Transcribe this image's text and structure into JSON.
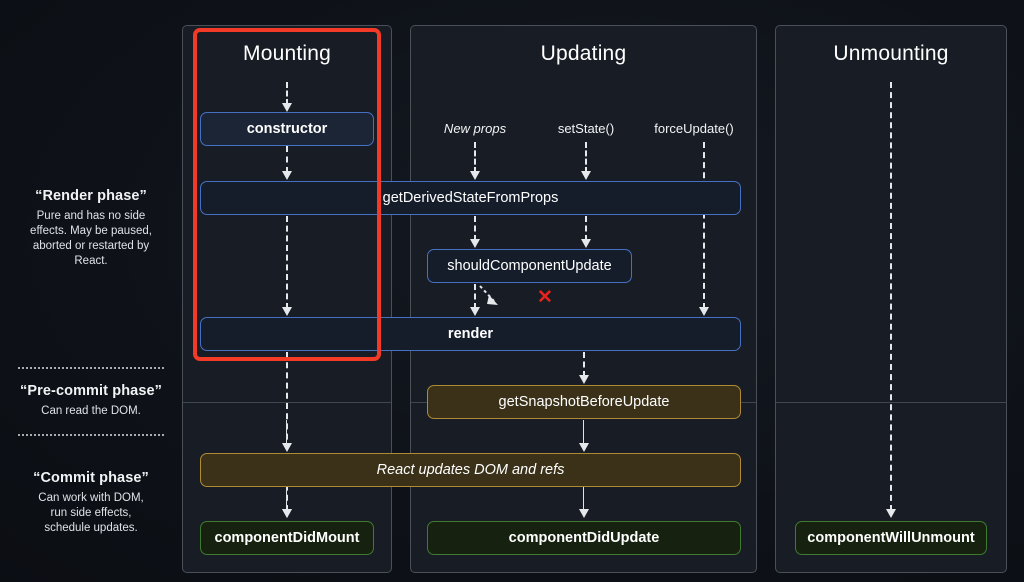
{
  "legend": [
    {
      "id": "render-phase",
      "title": "“Render phase”",
      "body": "Pure and has no side effects. May be paused, aborted or restarted by React."
    },
    {
      "id": "pre-commit-phase",
      "title": "“Pre-commit phase”",
      "body": "Can read the DOM."
    },
    {
      "id": "commit-phase",
      "title": "“Commit phase”",
      "body": "Can work with DOM, run side effects, schedule updates."
    }
  ],
  "panels": [
    {
      "id": "mounting",
      "title": "Mounting"
    },
    {
      "id": "updating",
      "title": "Updating"
    },
    {
      "id": "unmounting",
      "title": "Unmounting"
    }
  ],
  "triggers": [
    {
      "id": "new-props",
      "label": "New props",
      "style": "italic"
    },
    {
      "id": "set-state",
      "label": "setState()",
      "style": "normal"
    },
    {
      "id": "force-update",
      "label": "forceUpdate()",
      "style": "normal"
    }
  ],
  "lifecycle_boxes": [
    {
      "id": "constructor",
      "label": "constructor",
      "color": "blue",
      "weight": "bold"
    },
    {
      "id": "get-derived-state",
      "label": "getDerivedStateFromProps",
      "color": "blue-dark",
      "weight": "normal"
    },
    {
      "id": "should-component-update",
      "label": "shouldComponentUpdate",
      "color": "blue-dark",
      "weight": "normal"
    },
    {
      "id": "render",
      "label": "render",
      "color": "blue-dark",
      "weight": "bold"
    },
    {
      "id": "get-snapshot",
      "label": "getSnapshotBeforeUpdate",
      "color": "gold",
      "weight": "normal"
    },
    {
      "id": "react-updates-dom",
      "label": "React updates DOM and refs",
      "color": "gold",
      "weight": "italic"
    },
    {
      "id": "component-did-mount",
      "label": "componentDidMount",
      "color": "green",
      "weight": "bold"
    },
    {
      "id": "component-did-update",
      "label": "componentDidUpdate",
      "color": "green",
      "weight": "bold"
    },
    {
      "id": "component-will-unmount",
      "label": "componentWillUnmount",
      "color": "green",
      "weight": "bold"
    }
  ],
  "markers": {
    "skip_x": "✕"
  },
  "colors": {
    "background": "#0e1117",
    "panel_fill": "#181c24",
    "panel_border": "#4a5058",
    "blue_border": "#4571c4",
    "blue_fill": "#1b2536",
    "gold_border": "#b08b35",
    "gold_fill": "#3a3118",
    "green_border": "#3f7a2e",
    "green_fill": "#16220f",
    "highlight_red": "#f23a26",
    "x_red": "#e8221c",
    "arrow_white": "#e6e9ec",
    "text_primary": "#ffffff"
  },
  "highlight": {
    "id": "mounting-highlight",
    "target": "mounting"
  }
}
